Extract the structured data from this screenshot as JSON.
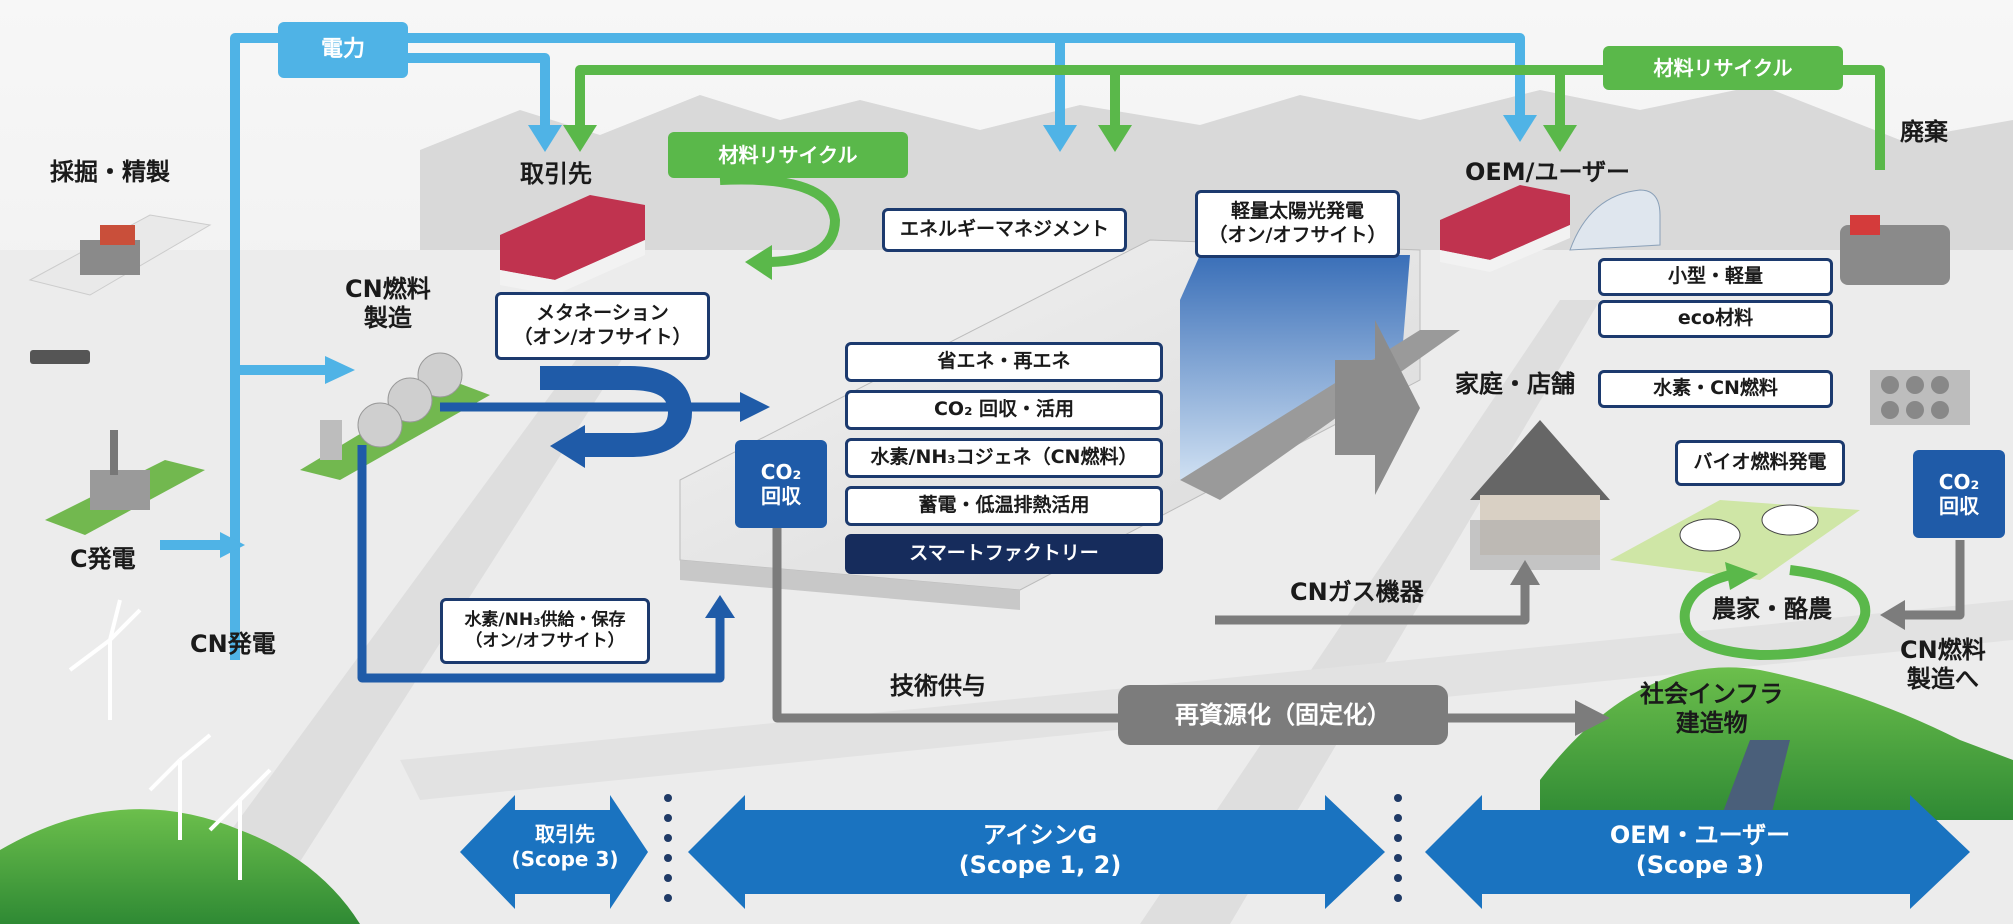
{
  "labels": {
    "denryoku": "電力",
    "material_recycle_top": "材料リサイクル",
    "material_recycle_mid": "材料リサイクル",
    "mining": "採掘・精製",
    "c_power": "C発電",
    "cn_power": "CN発電",
    "cn_fuel_make": "CN燃料\n製造",
    "suppliers": "取引先",
    "oem_user": "OEM/ユーザー",
    "disposal": "廃棄",
    "home_shop": "家庭・店舗",
    "cn_gas": "CNガス機器",
    "tech": "技術供与",
    "recycle_fix": "再資源化（固定化）",
    "social_infra": "社会インフラ\n建造物",
    "farm": "農家・酪農",
    "cn_fuel_to": "CN燃料\n製造へ"
  },
  "boxes": {
    "methanation": "メタネーション\n（オン/オフサイト）",
    "energy_mgmt": "エネルギーマネジメント",
    "solar": "軽量太陽光発電\n（オン/オフサイト）",
    "save_energy": "省エネ・再エネ",
    "co2_capture_use": "CO₂ 回収・活用",
    "hydrogen_cogen": "水素/NH₃コジェネ（CN燃料）",
    "storage_heat": "蓄電・低温排熱活用",
    "smart_factory": "スマートファクトリー",
    "h2_supply": "水素/NH₃供給・保存\n（オン/オフサイト）",
    "small_light": "小型・軽量",
    "eco_material": "eco材料",
    "h2_cn_fuel": "水素・CN燃料",
    "bio_power": "バイオ燃料発電",
    "co2_capture_left": "CO₂\n回収",
    "co2_capture_right": "CO₂\n回収"
  },
  "scopes": {
    "left": "取引先\n(Scope 3)",
    "center": "アイシンG\n(Scope 1, 2)",
    "right": "OEM・ユーザー\n(Scope 3)"
  },
  "colors": {
    "electric_blue": "#4fb3e6",
    "recycle_green": "#5ab84a",
    "navy": "#1f5ba8",
    "scope_blue": "#1a73c0",
    "gray_flow": "#7c7c7c",
    "box_border": "#1c3a6e"
  }
}
